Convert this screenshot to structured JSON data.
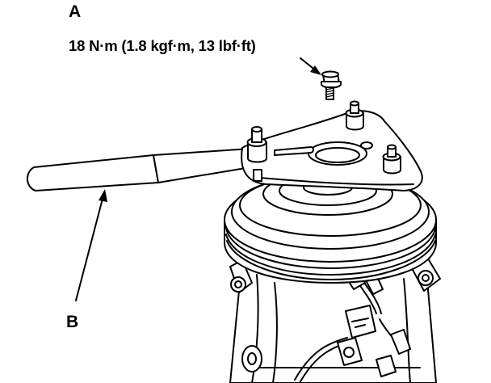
{
  "callouts": {
    "a": {
      "letter": "A",
      "torque_spec": "18 N·m (1.8 kgf·m, 13 lbf·ft)"
    },
    "b": {
      "letter": "B"
    }
  }
}
